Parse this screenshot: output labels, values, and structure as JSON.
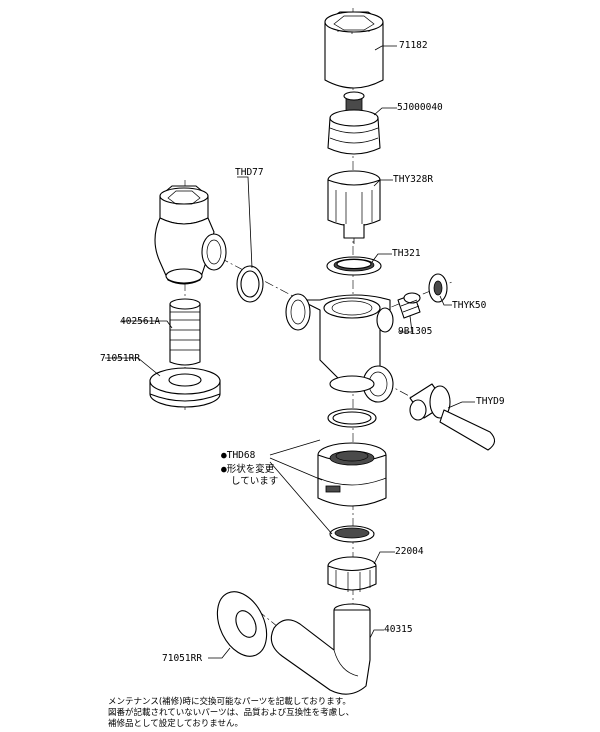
{
  "parts": {
    "p71182": "71182",
    "p5j000040": "5J000040",
    "pthy328r": "THY328R",
    "pthd77": "THD77",
    "pth321": "TH321",
    "pthyk50": "THYK50",
    "p402561a": "402561A",
    "p9b1305": "9B1305",
    "p71051rr_top": "71051RR",
    "pthyd9": "THYD9",
    "pthd68": "●THD68",
    "p22004": "22004",
    "p40315": "40315",
    "p71051rr_bottom": "71051RR"
  },
  "shape_note": {
    "line1": "●形状を変更",
    "line2": "しています"
  },
  "footer": {
    "line1": "メンテナンス(補修)時に交換可能なパーツを記載しております。",
    "line2": "図番が記載されていないパーツは、品質および互換性を考慮し、",
    "line3": "補修品として設定しておりません。"
  }
}
